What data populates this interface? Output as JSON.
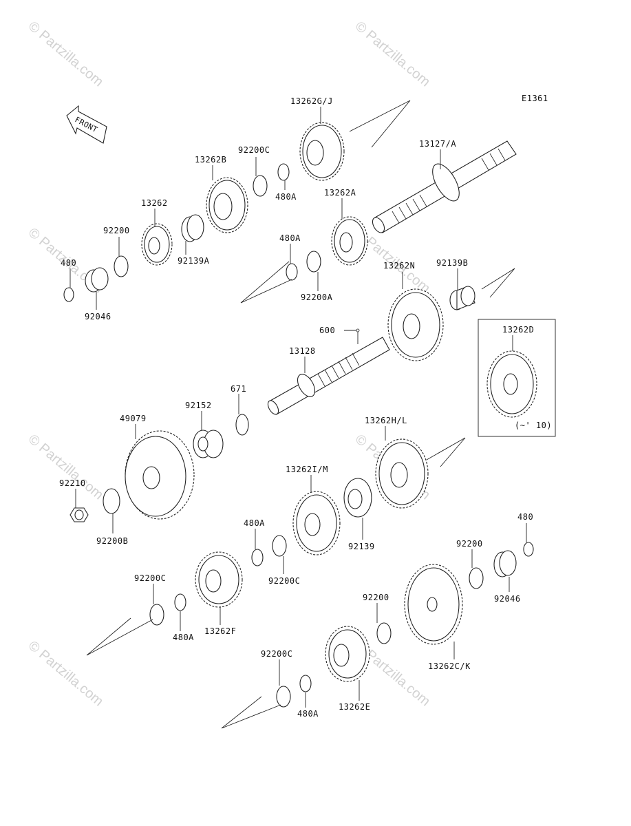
{
  "diagram_code": "E1361",
  "watermark": "© Partzilla.com",
  "front_arrow_label": "FRONT",
  "inset_note": "(~' 10)",
  "callouts": {
    "p13262GJ": "13262G/J",
    "p13127A": "13127/A",
    "p92200C_top": "92200C",
    "p13262B": "13262B",
    "p480A_top": "480A",
    "p13262A": "13262A",
    "p13262": "13262",
    "p92200_top": "92200",
    "p92139A": "92139A",
    "p480_left": "480",
    "p92046_left": "92046",
    "p480A_mid": "480A",
    "p92200A": "92200A",
    "p13262N": "13262N",
    "p92139B": "92139B",
    "p600": "600",
    "p13128": "13128",
    "p13262D": "13262D",
    "p671": "671",
    "p92152": "92152",
    "p49079": "49079",
    "p13262HL": "13262H/L",
    "p92210": "92210",
    "p92200B": "92200B",
    "p13262IM": "13262I/M",
    "p92139": "92139",
    "p480A_low": "480A",
    "p92200C_low": "92200C",
    "p480_right": "480",
    "p92200_right": "92200",
    "p92046_right": "92046",
    "p92200C_bl": "92200C",
    "p480A_bl": "480A",
    "p13262F": "13262F",
    "p92200_bottom": "92200",
    "p13262CK": "13262C/K",
    "p92200C_bottom": "92200C",
    "p480A_bottom": "480A",
    "p13262E": "13262E"
  }
}
